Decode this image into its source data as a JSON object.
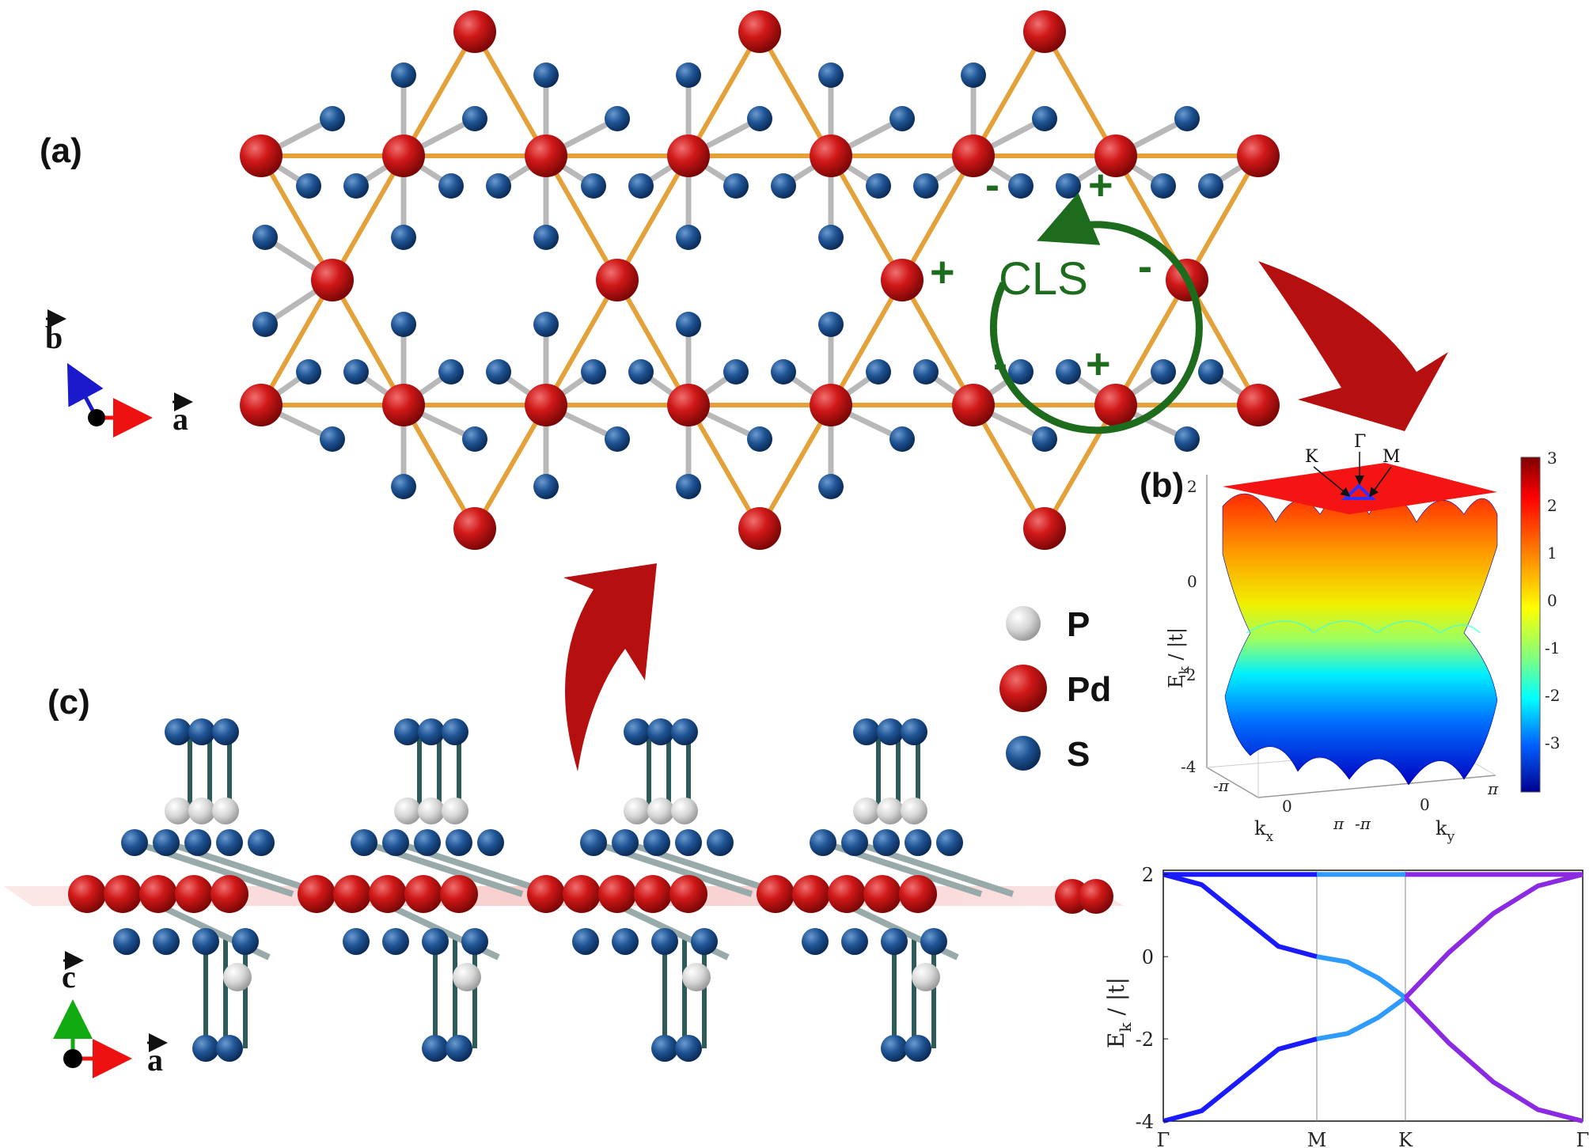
{
  "panels": {
    "a": "(a)",
    "b": "(b)",
    "c": "(c)"
  },
  "axes_a": {
    "b": "b",
    "a": "a"
  },
  "axes_c": {
    "c": "c",
    "a": "a"
  },
  "cls": {
    "label": "CLS",
    "signs": [
      "-",
      "+",
      "+",
      "-",
      "-",
      "+"
    ]
  },
  "legend": [
    {
      "label": "P",
      "color": "#d9d9d9"
    },
    {
      "label": "Pd",
      "color": "#c81515"
    },
    {
      "label": "S",
      "color": "#1f4f8a"
    }
  ],
  "colors": {
    "pd": "#c81515",
    "s": "#1f4f8a",
    "p": "#d9d9d9",
    "bond_kagome": "#e4a13a",
    "bond_gray": "#b8b8b8",
    "cls": "#1d6b1d",
    "arrow": "#b50f0f"
  },
  "chart_data": [
    {
      "type": "surface",
      "panel": "b",
      "high_symmetry_labels": [
        "K",
        "Γ",
        "M"
      ],
      "zlabel": "E",
      "zlabel_sub": "k",
      "zlabel_tail": " / |t|",
      "z_ticks": [
        "2",
        "0",
        "-2",
        "-4"
      ],
      "x_label": "k",
      "x_label_sub": "x",
      "y_label": "k",
      "y_label_sub": "y",
      "x_ticks": [
        "-π",
        "0",
        "π"
      ],
      "y_ticks": [
        "-π",
        "0",
        "π"
      ],
      "colorbar_ticks": [
        "3",
        "2",
        "1",
        "0",
        "-1",
        "-2",
        "-3"
      ],
      "colorbar_range": [
        -4,
        3
      ],
      "flat_band_energy": 2
    },
    {
      "type": "line",
      "panel": "band-structure",
      "ylabel": "E",
      "ylabel_sub": "k",
      "ylabel_tail": " / |t|",
      "ylim": [
        -4,
        2.1
      ],
      "y_ticks": [
        2,
        0,
        -2,
        -4
      ],
      "x_ticks": [
        "Γ",
        "M",
        "K",
        "Γ"
      ],
      "x_tick_positions": [
        0,
        1,
        1.577,
        2.732
      ],
      "series": [
        {
          "segment": "Γ-M",
          "color": "#1a1aff",
          "points": [
            [
              0,
              2
            ],
            [
              1,
              2
            ]
          ]
        },
        {
          "segment": "Γ-M",
          "color": "#1a1aff",
          "points": [
            [
              0,
              2
            ],
            [
              0.25,
              1.75
            ],
            [
              0.5,
              1.0
            ],
            [
              0.75,
              0.25
            ],
            [
              1,
              0
            ]
          ]
        },
        {
          "segment": "Γ-M",
          "color": "#1a1aff",
          "points": [
            [
              0,
              -4
            ],
            [
              0.25,
              -3.75
            ],
            [
              0.5,
              -3.0
            ],
            [
              0.75,
              -2.25
            ],
            [
              1,
              -2
            ]
          ]
        },
        {
          "segment": "M-K",
          "color": "#2f9bff",
          "points": [
            [
              1,
              2
            ],
            [
              1.577,
              2
            ]
          ]
        },
        {
          "segment": "M-K",
          "color": "#2f9bff",
          "points": [
            [
              1,
              0
            ],
            [
              1.2,
              -0.13
            ],
            [
              1.4,
              -0.52
            ],
            [
              1.577,
              -1
            ]
          ]
        },
        {
          "segment": "M-K",
          "color": "#2f9bff",
          "points": [
            [
              1,
              -2
            ],
            [
              1.2,
              -1.87
            ],
            [
              1.4,
              -1.48
            ],
            [
              1.577,
              -1
            ]
          ]
        },
        {
          "segment": "K-Γ",
          "color": "#8a2be2",
          "points": [
            [
              1.577,
              2
            ],
            [
              2.732,
              2
            ]
          ]
        },
        {
          "segment": "K-Γ",
          "color": "#8a2be2",
          "points": [
            [
              1.577,
              -1
            ],
            [
              1.86,
              0.1
            ],
            [
              2.15,
              1.05
            ],
            [
              2.44,
              1.72
            ],
            [
              2.732,
              2
            ]
          ]
        },
        {
          "segment": "K-Γ",
          "color": "#8a2be2",
          "points": [
            [
              1.577,
              -1
            ],
            [
              1.86,
              -2.1
            ],
            [
              2.15,
              -3.05
            ],
            [
              2.44,
              -3.72
            ],
            [
              2.732,
              -4
            ]
          ]
        }
      ]
    }
  ]
}
